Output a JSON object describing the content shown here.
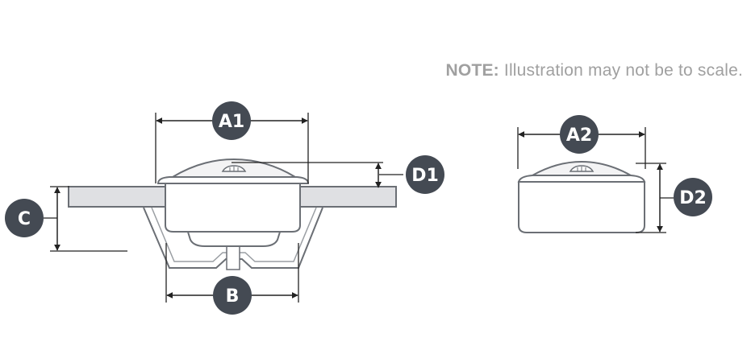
{
  "note": {
    "label": "NOTE:",
    "text": " Illustration may not be to scale."
  },
  "dimensions": {
    "a1": "A1",
    "a2": "A2",
    "b": "B",
    "c": "C",
    "d1": "D1",
    "d2": "D2"
  },
  "colors": {
    "badge": "#444a53",
    "line": "#222222",
    "outline": "#6b6f75",
    "panel_fill": "#dfe0e3",
    "body_fill": "#ffffff",
    "note_text": "#a0a0a0"
  }
}
